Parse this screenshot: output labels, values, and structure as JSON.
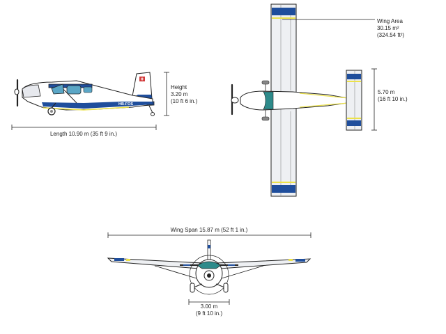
{
  "colors": {
    "blue": "#1f4e9c",
    "teal": "#2e8b8b",
    "yellow": "#ece24a",
    "body": "#ffffff",
    "glass": "#5aa6c6",
    "outline": "#222222",
    "fabric": "#eef0f3",
    "gray": "#8a8a8a"
  },
  "side_view": {
    "registration": "HB-FOS",
    "height_title": "Height",
    "height_metric": "3.20 m",
    "height_imperial": "(10 ft 6 in.)",
    "length_label": "Length 10.90 m (35 ft 9 in.)"
  },
  "top_view": {
    "wing_area_title": "Wing Area",
    "wing_area_metric": "30.15 m²",
    "wing_area_imperial": "(324.54 ft²)",
    "tail_span_metric": "5.70 m",
    "tail_span_imperial": "(16 ft 10 in.)"
  },
  "front_view": {
    "wing_span_label": "Wing Span 15.87 m (52 ft 1 in.)",
    "track_metric": "3.00 m",
    "track_imperial": "(9 ft 10 in.)"
  }
}
